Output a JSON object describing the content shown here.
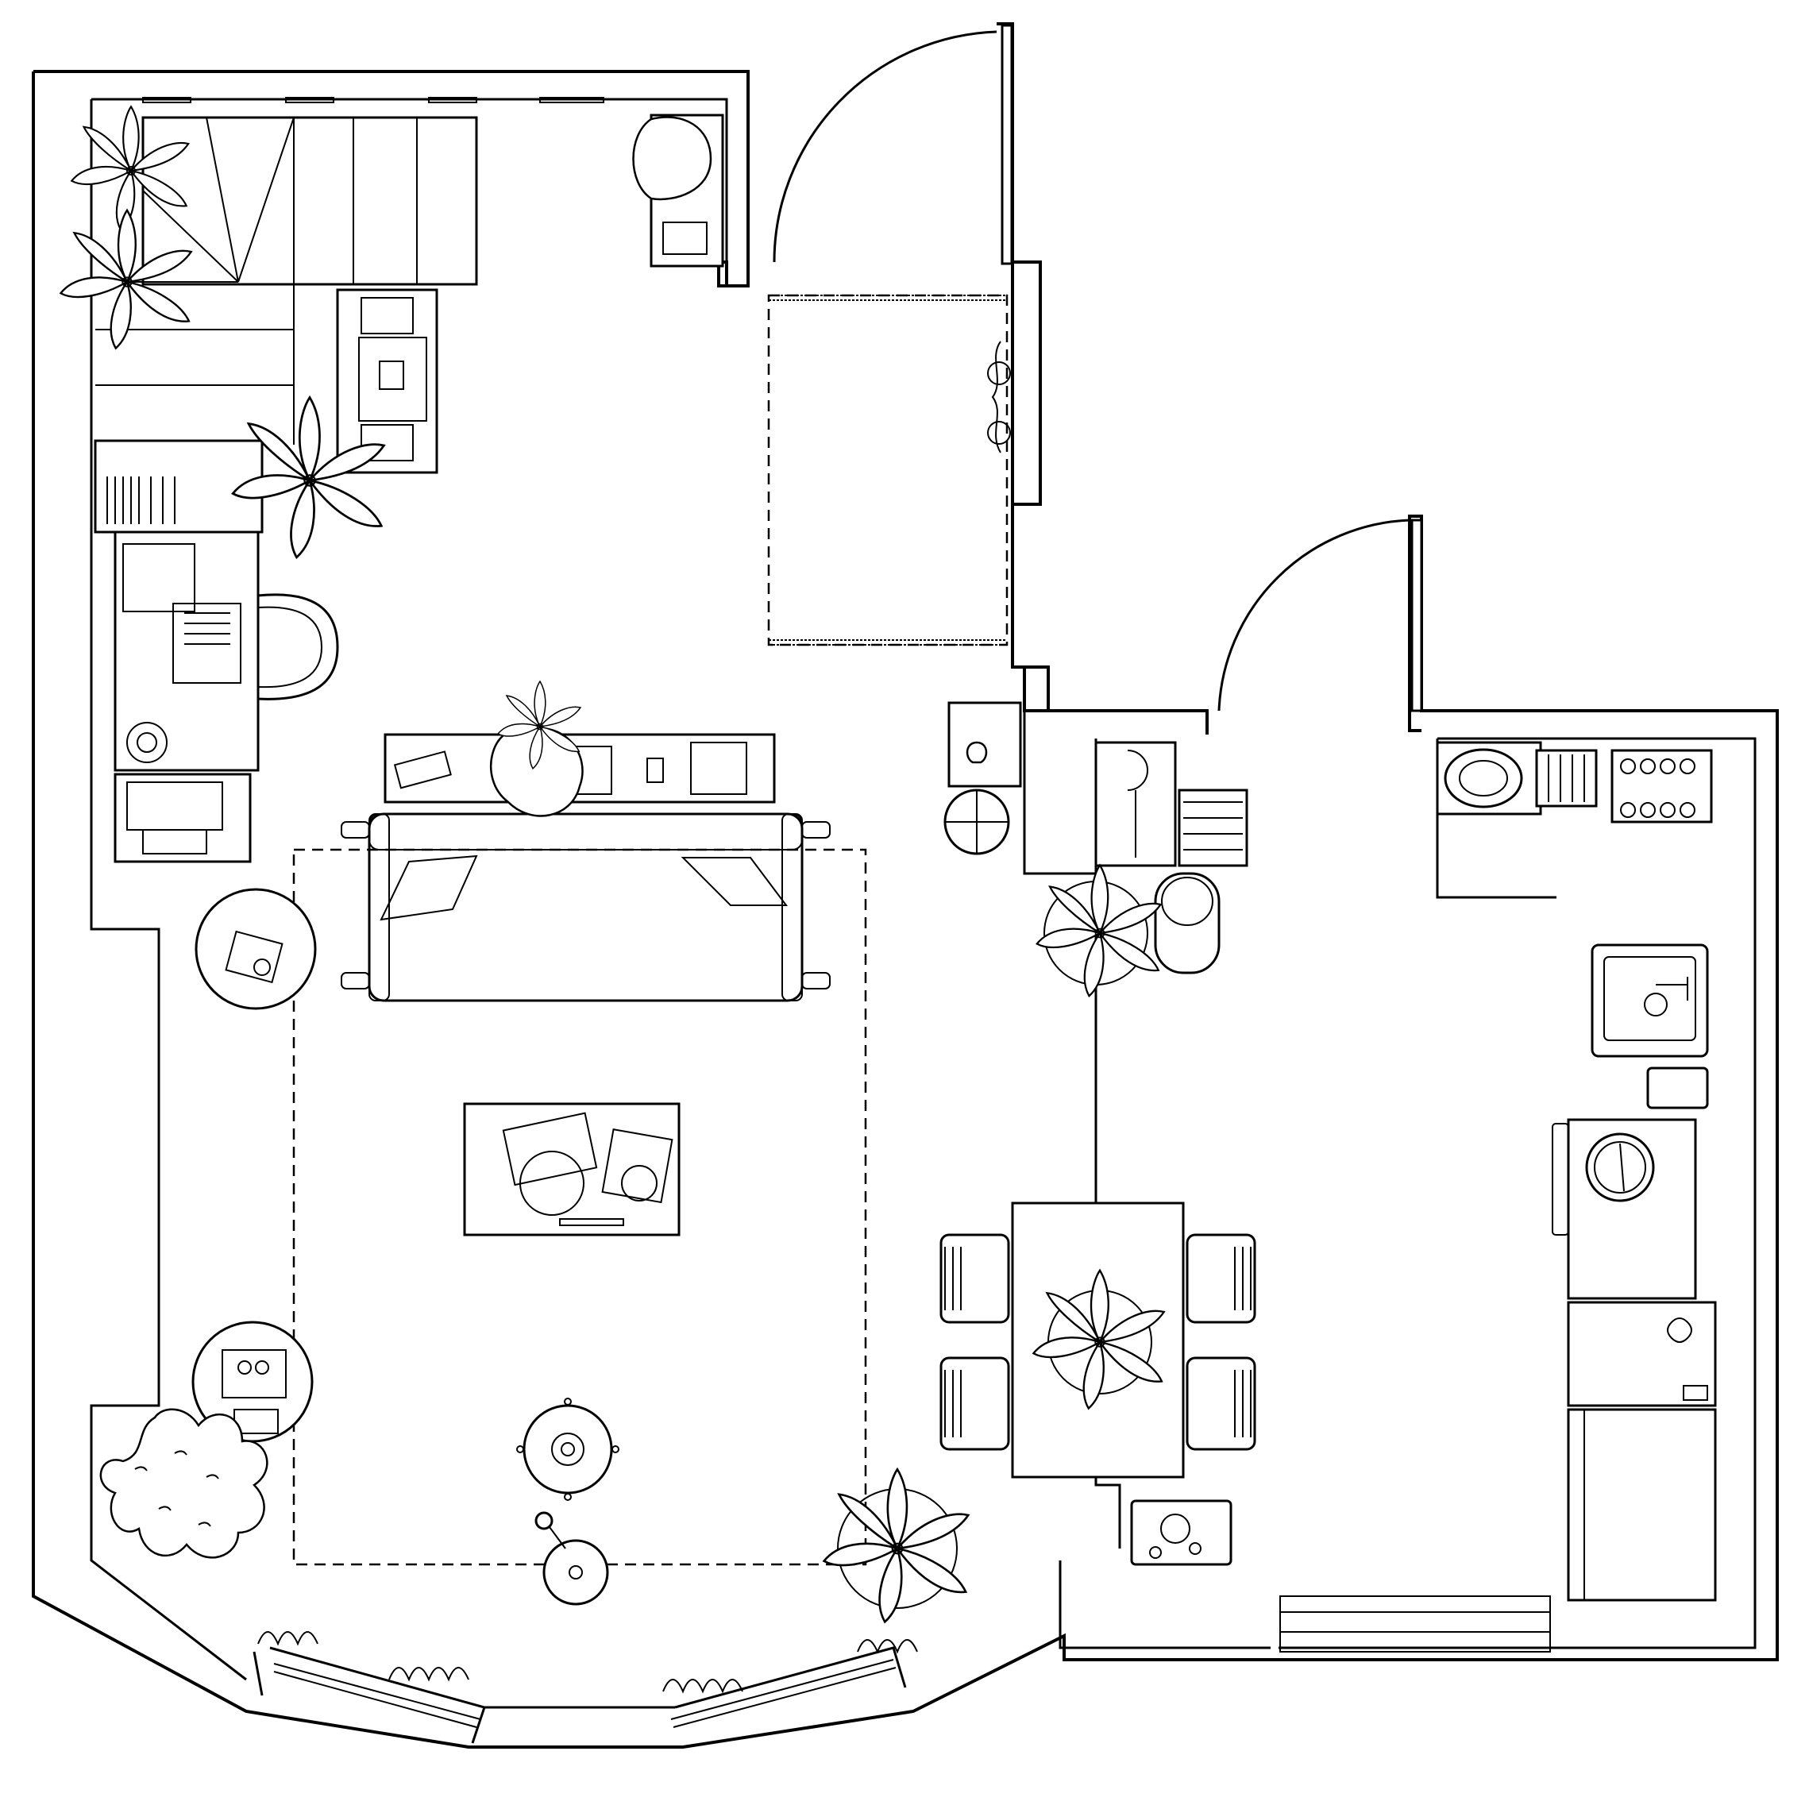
{
  "plan": {
    "kind": "furnished floor plan",
    "style": "black line drawing on white",
    "colors": {
      "line": "#000000",
      "background": "#ffffff"
    },
    "text_labels": []
  },
  "areas": [
    "living-room",
    "study-corner",
    "entry-hall",
    "kitchen",
    "dining"
  ],
  "furniture": {
    "living": [
      "sofa",
      "coffee-table",
      "rug",
      "side-table-left",
      "side-table-bottom",
      "floor-lamp",
      "console-shelf",
      "bay-window"
    ],
    "study": [
      "staircase",
      "desk",
      "desk-chair",
      "bookshelf",
      "printer-cabinet"
    ],
    "entry": [
      "front-door",
      "doormat",
      "hall-table",
      "bicycle-wall"
    ],
    "kitchen": [
      "counter-top",
      "sink",
      "hob",
      "oven-column",
      "fridge",
      "side-door"
    ],
    "dining": [
      "dining-table",
      "dining-chairs",
      "trolley"
    ]
  },
  "plants": [
    "plant-staircase",
    "plant-desk",
    "plant-shelf",
    "plant-bay-left",
    "plant-bay-right",
    "plant-kitchen",
    "plant-dining"
  ],
  "icons": [
    "plant-icon",
    "door-swing-icon",
    "chair-icon",
    "sink-icon",
    "hob-icon",
    "laptop-icon",
    "lamp-icon"
  ]
}
